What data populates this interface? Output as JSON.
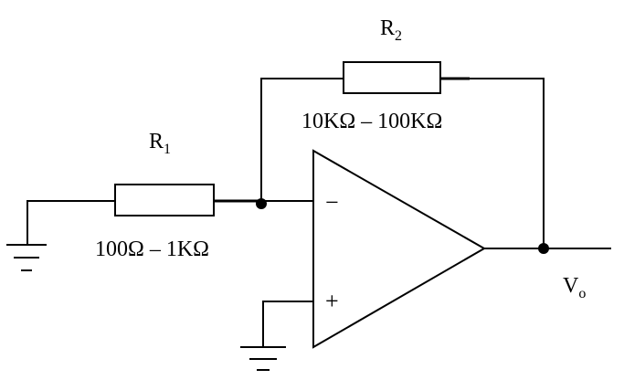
{
  "components": {
    "r1": {
      "label": "R",
      "subscript": "1",
      "value": "100Ω – 1KΩ"
    },
    "r2": {
      "label": "R",
      "subscript": "2",
      "value": "10KΩ – 100KΩ"
    },
    "opamp": {
      "inverting_sign": "−",
      "noninverting_sign": "+"
    },
    "output": {
      "label": "V",
      "subscript": "o"
    }
  }
}
